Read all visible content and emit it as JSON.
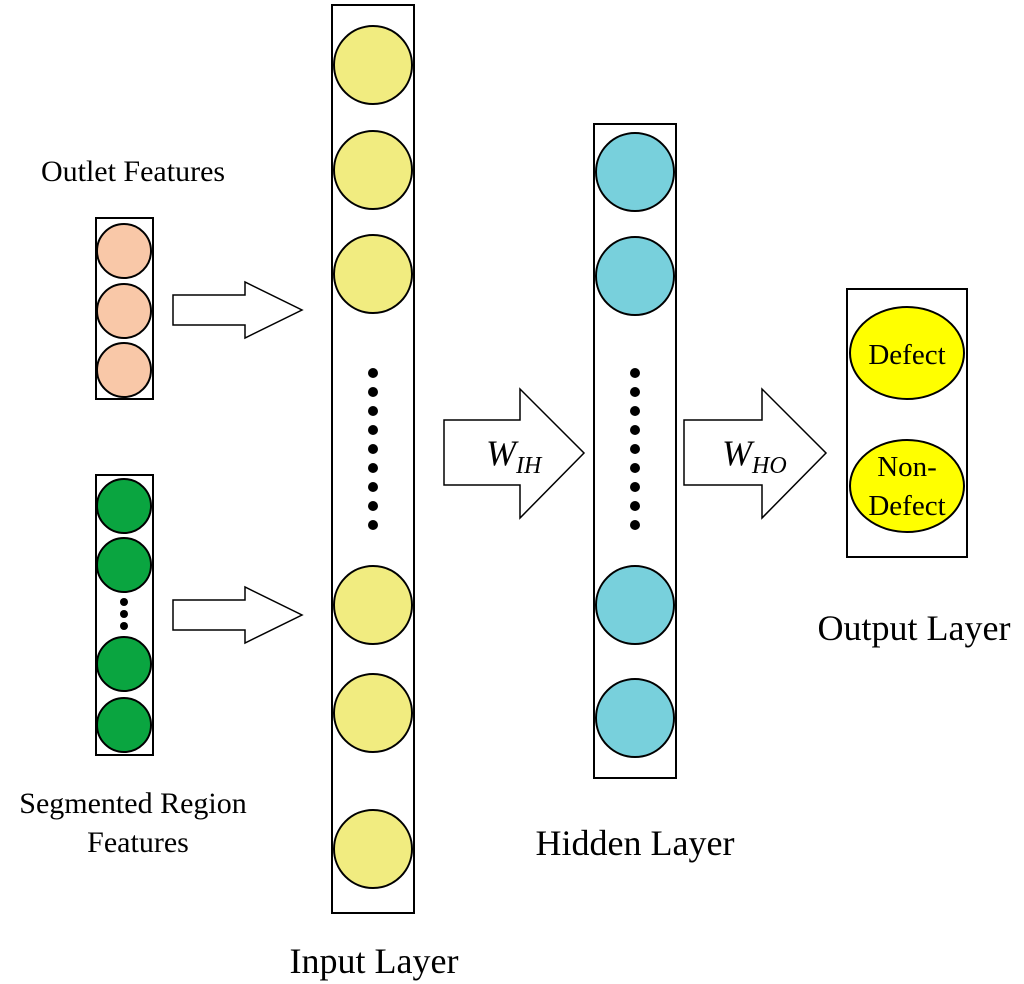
{
  "labels": {
    "outlet_features": "Outlet Features",
    "segmented_line1": "Segmented Region",
    "segmented_line2": "Features",
    "input_layer": "Input Layer",
    "hidden_layer": "Hidden Layer",
    "output_layer": "Output Layer"
  },
  "weights": {
    "ih": {
      "base": "W",
      "sub": "IH"
    },
    "ho": {
      "base": "W",
      "sub": "HO"
    }
  },
  "output_nodes": {
    "defect": "Defect",
    "non_defect_line1": "Non-",
    "non_defect_line2": "Defect"
  },
  "colors": {
    "outlet_node": "#F9C8A8",
    "segmented_node": "#0AA540",
    "input_node": "#F1EC80",
    "hidden_node": "#78D0DC",
    "output_node": "#FFFF00",
    "stroke": "#000000"
  }
}
